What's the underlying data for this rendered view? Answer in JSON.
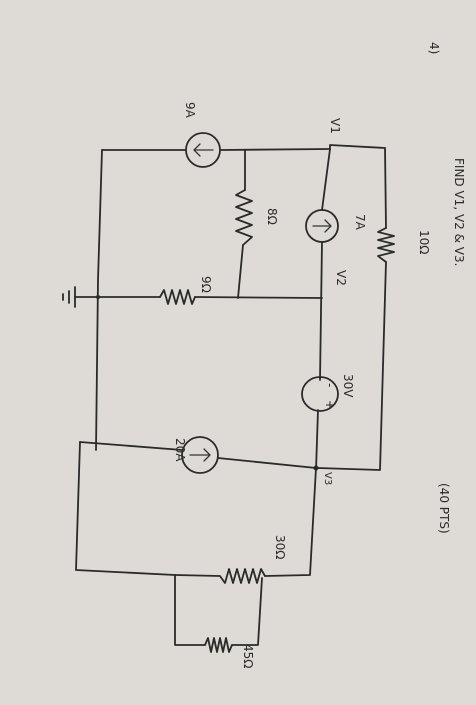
{
  "problem": {
    "number": "4)",
    "prompt": "FIND V1, V2 & V3.",
    "points": "(40 PTS)"
  },
  "labels": {
    "source_9a": "9A",
    "node_v1": "V1",
    "resistor_8": "8Ω",
    "source_7a": "7A",
    "resistor_10": "10Ω",
    "resistor_9": "9Ω",
    "node_v2": "V2",
    "source_30v": "30V",
    "source_30v_minus": "-",
    "source_30v_plus": "+",
    "source_20a": "20A",
    "node_v3": "V3",
    "resistor_30": "30Ω",
    "resistor_45": "45Ω"
  },
  "colors": {
    "paper": "#dedbd6",
    "ink": "#2a2a2a"
  }
}
